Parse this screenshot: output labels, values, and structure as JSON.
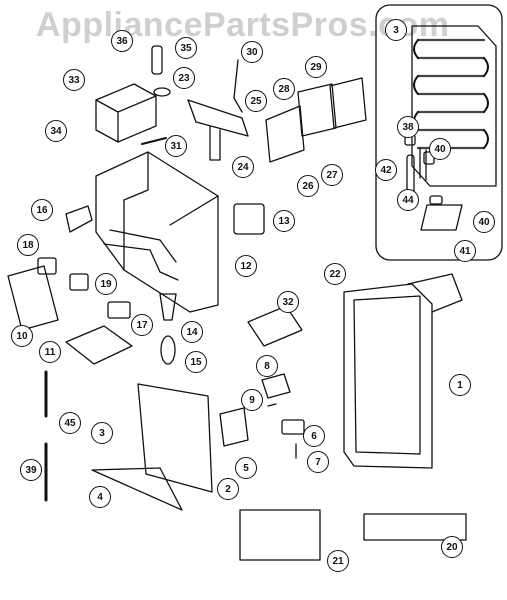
{
  "watermark": "AppliancePartsPros.com",
  "callouts": [
    "1",
    "2",
    "3",
    "3",
    "4",
    "6",
    "5",
    "7",
    "8",
    "9",
    "10",
    "11",
    "12",
    "13",
    "14",
    "15",
    "16",
    "17",
    "18",
    "19",
    "20",
    "21",
    "22",
    "23",
    "24",
    "25",
    "26",
    "27",
    "28",
    "29",
    "30",
    "31",
    "32",
    "33",
    "34",
    "35",
    "36",
    "38",
    "39",
    "40",
    "40",
    "41",
    "42",
    "44",
    "45"
  ]
}
